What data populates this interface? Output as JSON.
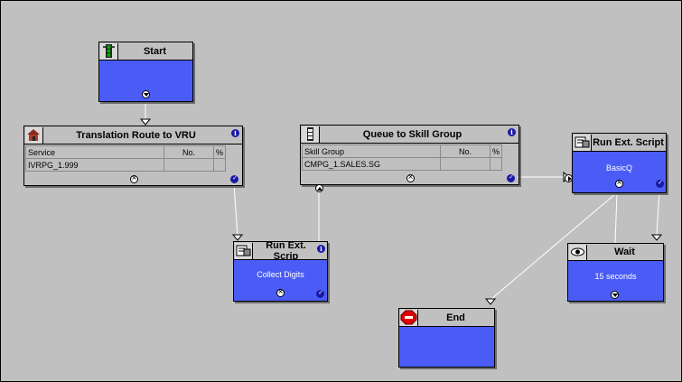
{
  "nodes": {
    "start": {
      "title": "Start"
    },
    "translation": {
      "title": "Translation Route to VRU",
      "columns": [
        "Service",
        "No.",
        "%"
      ],
      "row": [
        "IVRPG_1.999",
        "",
        ""
      ]
    },
    "queue": {
      "title": "Queue to Skill Group",
      "columns": [
        "Skill Group",
        "No.",
        "%"
      ],
      "row": [
        "CMPG_1.SALES.SG",
        "",
        ""
      ]
    },
    "run_collect": {
      "title": "Run Ext. Scrip",
      "subtitle": "Collect Digits"
    },
    "run_basic": {
      "title": "Run Ext. Script",
      "subtitle": "BasicQ"
    },
    "wait": {
      "title": "Wait",
      "subtitle": "15 seconds"
    },
    "end": {
      "title": "End"
    }
  },
  "info_symbol": "i",
  "colors": {
    "node_body": "#4a5cf5",
    "canvas": "#c0c0c0",
    "info": "#1a1aa8",
    "end_icon": "#e00000"
  }
}
